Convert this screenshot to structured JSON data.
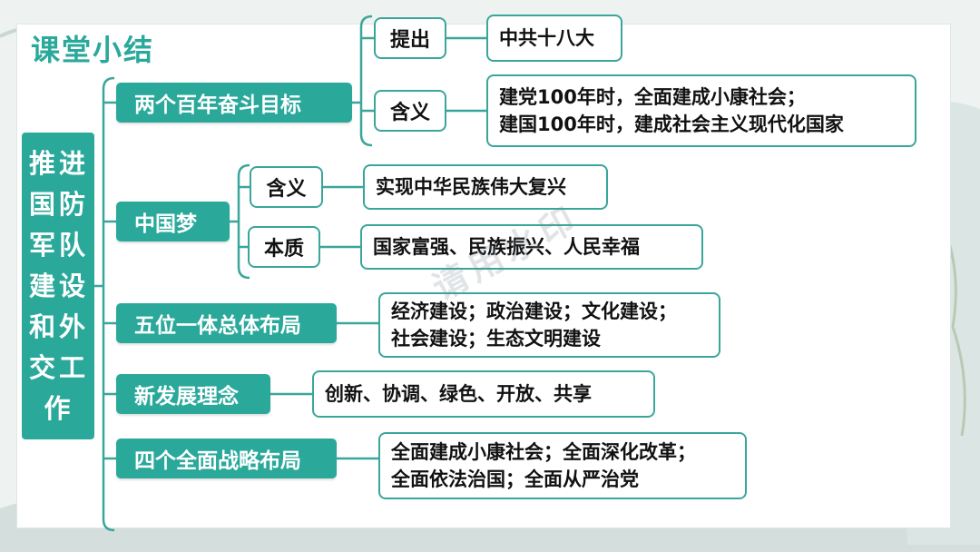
{
  "title": "课堂小结",
  "root": "推进国防军队建设和外交工作",
  "watermark": "请用水印",
  "branches": [
    {
      "label": "两个百年奋斗目标",
      "subs": [
        {
          "label": "提出",
          "leaf": [
            "中共十八大"
          ]
        },
        {
          "label": "含义",
          "leaf": [
            "建党100年时，全面建成小康社会；",
            "建国100年时，建成社会主义现代化国家"
          ]
        }
      ]
    },
    {
      "label": "中国梦",
      "subs": [
        {
          "label": "含义",
          "leaf": [
            "实现中华民族伟大复兴"
          ]
        },
        {
          "label": "本质",
          "leaf": [
            "国家富强、民族振兴、人民幸福"
          ]
        }
      ]
    },
    {
      "label": "五位一体总体布局",
      "leaf": [
        "经济建设；政治建设；文化建设；",
        "社会建设；生态文明建设"
      ]
    },
    {
      "label": "新发展理念",
      "leaf": [
        "创新、协调、绿色、开放、共享"
      ]
    },
    {
      "label": "四个全面战略布局",
      "leaf": [
        "全面建成小康社会；全面深化改革；",
        "全面依法治国；全面从严治党"
      ]
    }
  ],
  "colors": {
    "accent": "#2aa99b",
    "border": "#3aa69a",
    "text": "#111111"
  }
}
